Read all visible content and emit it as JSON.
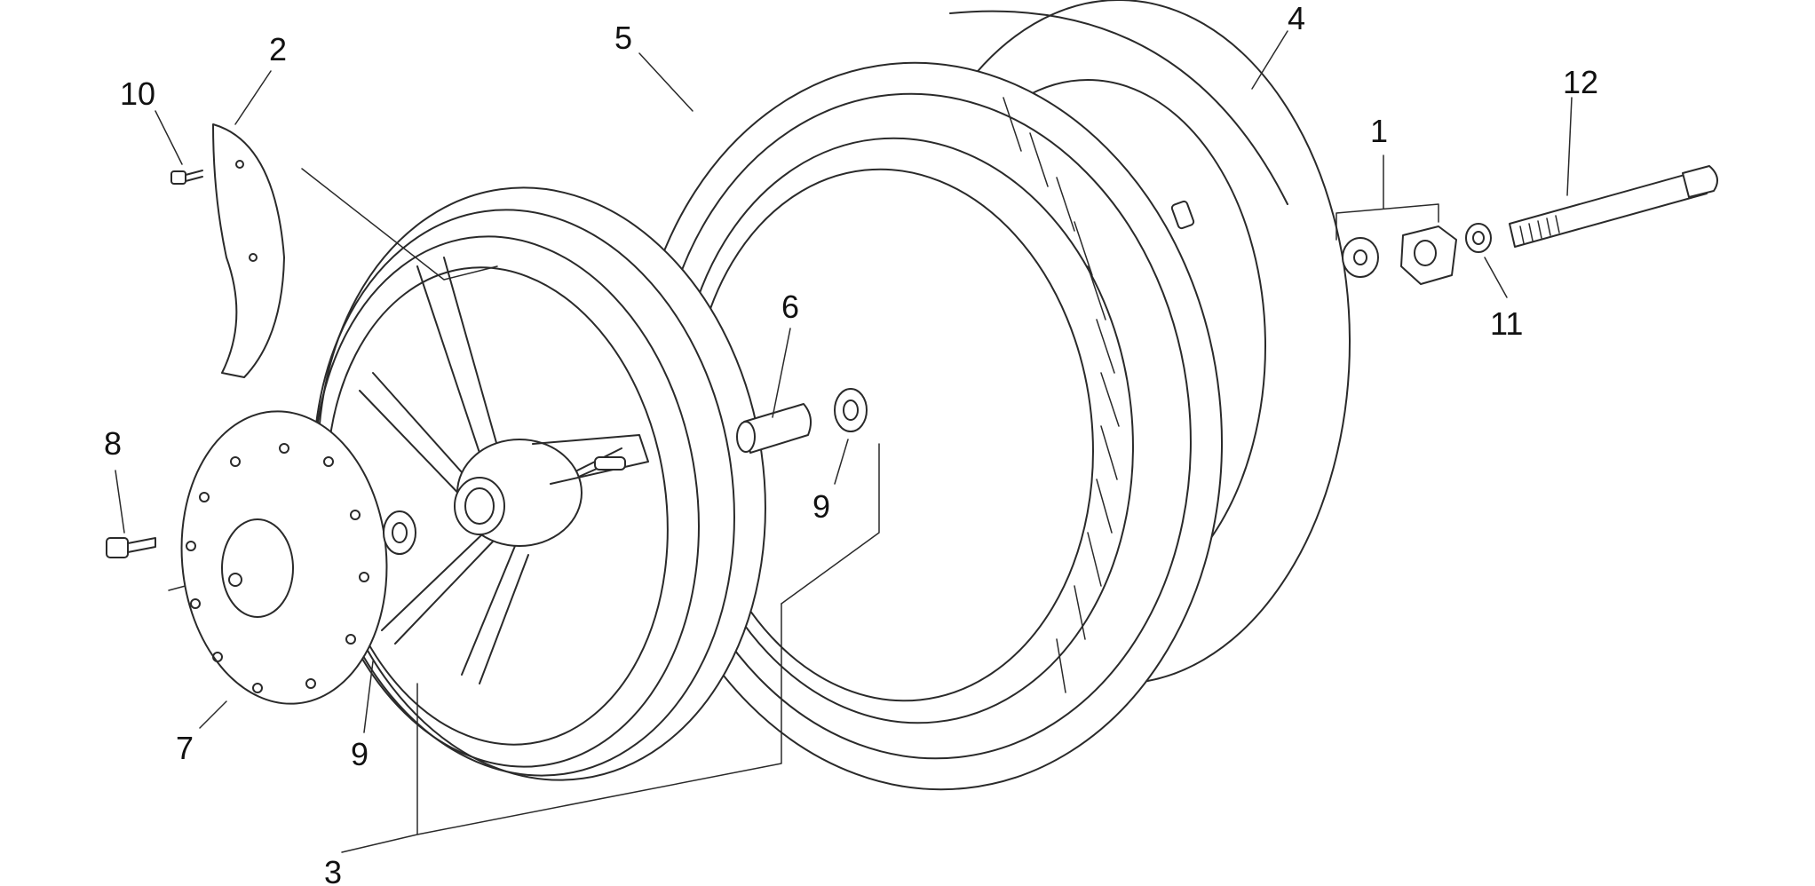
{
  "callouts": {
    "c1": "1",
    "c2": "2",
    "c3": "3",
    "c4": "4",
    "c5": "5",
    "c6": "6",
    "c7": "7",
    "c8": "8",
    "c9a": "9",
    "c9b": "9",
    "c10": "10",
    "c11": "11",
    "c12": "12"
  },
  "colors": {
    "line": "#2a2a2a",
    "background": "#ffffff",
    "text": "#111111"
  }
}
